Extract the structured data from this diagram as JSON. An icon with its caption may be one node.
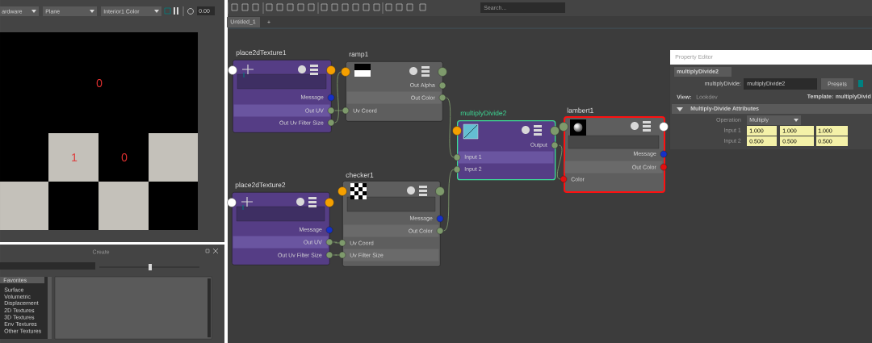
{
  "diagram": {
    "nodes": [
      {
        "text": [
          "place2dTexture1",
          "Message",
          "Out UV",
          "Out Uv Filter Size"
        ]
      },
      {
        "text": [
          "ramp1",
          "Out Alpha",
          "Out Color",
          "Uv Coord"
        ]
      },
      {
        "text": [
          "place2dTexture2",
          "Message",
          "Out UV",
          "Out Uv Filter Size"
        ]
      },
      {
        "text": [
          "checker1",
          "Message",
          "Out Color",
          "Uv Coord",
          "Uv Filter Size"
        ]
      },
      {
        "text": [
          "multiplyDivide2",
          "Output",
          "Input 1",
          "Input 2"
        ]
      },
      {
        "text": [
          "lambert1",
          "Message",
          "Out Color",
          "Color"
        ]
      }
    ],
    "edges": [
      {
        "from": 0,
        "to": 1,
        "arrow": "none"
      },
      {
        "from": 0,
        "to": 1,
        "arrow": "none"
      },
      {
        "from": 1,
        "to": 4,
        "arrow": "none"
      },
      {
        "from": 2,
        "to": 3,
        "arrow": "none"
      },
      {
        "from": 2,
        "to": 3,
        "arrow": "none"
      },
      {
        "from": 3,
        "to": 4,
        "arrow": "none"
      },
      {
        "from": 4,
        "to": 5,
        "arrow": "none"
      }
    ],
    "labels": [
      "ardware",
      "Plane",
      "Interior1 Color",
      "0.00",
      "0",
      "1",
      "0",
      "Create",
      "Favorites",
      "Surface",
      "Volumetric",
      "Displacement",
      "2D Textures",
      "3D Textures",
      "Env Textures",
      "Other Textures",
      "Search...",
      "Untitled_1",
      "+",
      "Property Editor",
      "multiplyDivide2",
      "multiplyDivide:",
      "multiplyDivide2",
      "Presets",
      "View:",
      "Lookdev",
      "Template: multiplyDivid",
      "Multiply-Divide Attributes",
      "Operation",
      "Multiply",
      "Input 1",
      "1.000",
      "1.000",
      "1.000",
      "Input 2",
      "0.500",
      "0.500",
      "0.500"
    ]
  }
}
